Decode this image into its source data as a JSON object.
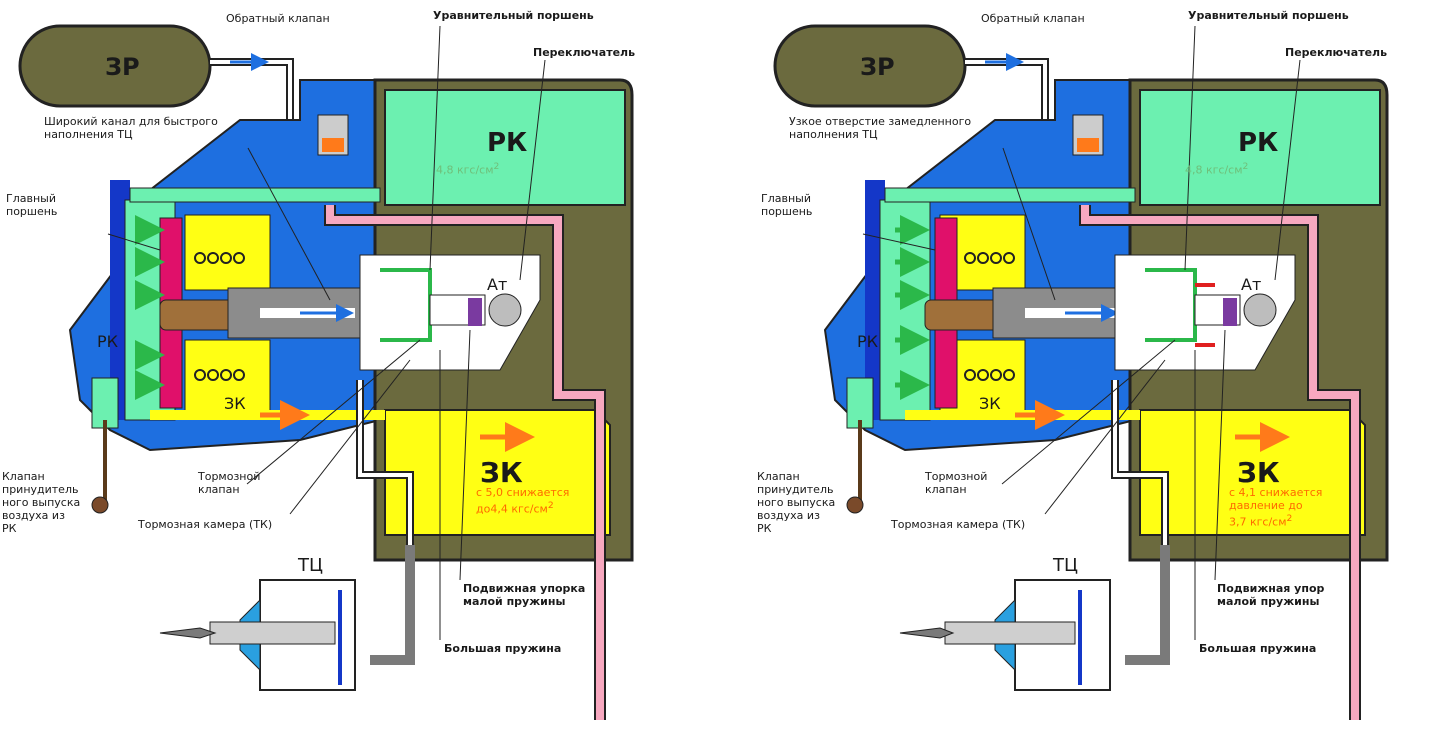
{
  "colors": {
    "blue": "#1e6fe0",
    "dark_blue": "#1437c8",
    "olive": "#6b6a3e",
    "mint": "#6cf0b0",
    "yellow": "#ffff14",
    "pink": "#f7a8c0",
    "magenta": "#e0106a",
    "orange": "#ff7a1a",
    "grey": "#8c8c8c",
    "brown": "#b07040"
  },
  "left": {
    "zr": "ЗР",
    "check_valve": "Обратный клапан",
    "equalizing_piston": "Уравнительный поршень",
    "switch": "Переключатель",
    "channel": "Широкий канал для быстрого\nнаполнения ТЦ",
    "main_piston": "Главный\nпоршень",
    "rk_big": "РК",
    "rk_pressure": "4,8 кгс/см",
    "rk_small": "РК",
    "zk_small": "ЗК",
    "at": "Ат",
    "zk_big": "ЗК",
    "zk_pressure": "с 5,0 снижается\nдо4,4 кгс/см",
    "brake_valve": "Тормозной\nклапан",
    "brake_chamber": "Тормозная камера (ТК)",
    "release_valve": "Клапан\nпринудитель\nного выпуска\nвоздуха из\nРК",
    "tc": "ТЦ",
    "stop": "Подвижная упорка\nмалой пружины",
    "big_spring": "Большая пружина",
    "sup": "2"
  },
  "right": {
    "zr": "ЗР",
    "check_valve": "Обратный клапан",
    "equalizing_piston": "Уравнительный поршень",
    "switch": "Переключатель",
    "channel": "Узкое отверстие замедленного\nнаполнения ТЦ",
    "main_piston": "Главный\nпоршень",
    "rk_big": "РК",
    "rk_pressure": "4,8 кгс/см",
    "rk_small": "РК",
    "zk_small": "ЗК",
    "at": "Ат",
    "zk_big": "ЗК",
    "zk_pressure": "с 4,1 снижается\nдавление до\n3,7 кгс/см",
    "brake_valve": "Тормозной\nклапан",
    "brake_chamber": "Тормозная камера (ТК)",
    "release_valve": "Клапан\nпринудитель\nного выпуска\nвоздуха из\nРК",
    "tc": "ТЦ",
    "stop": "Подвижная упор\nмалой пружины",
    "big_spring": "Большая пружина",
    "sup": "2"
  }
}
